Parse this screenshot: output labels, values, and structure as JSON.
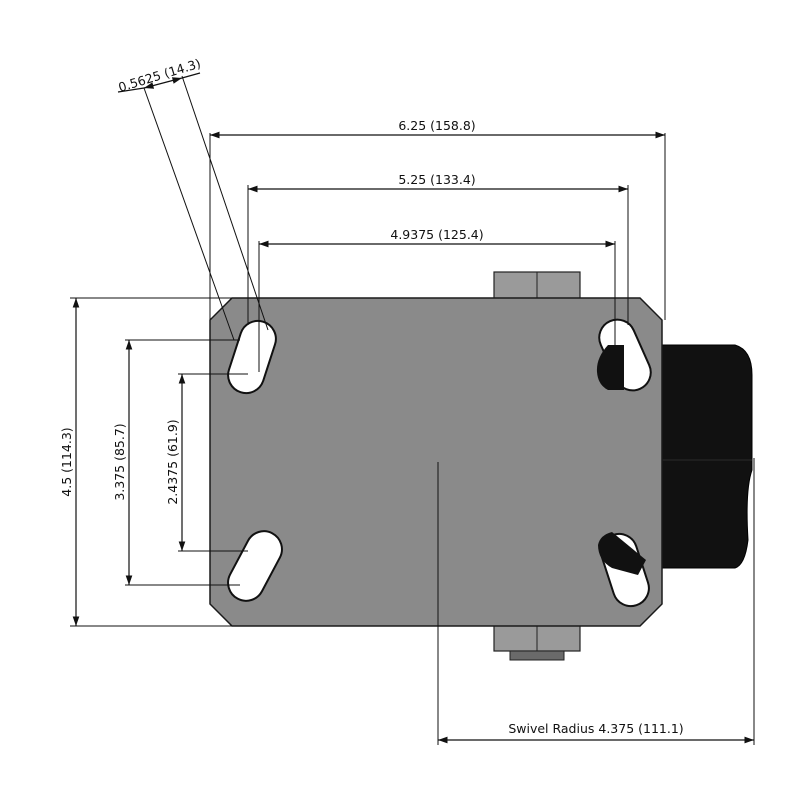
{
  "drawing": {
    "dimensions": {
      "slot_width": "0.5625 (14.3)",
      "overall_width": "6.25 (158.8)",
      "bolt_spacing_outer": "5.25 (133.4)",
      "bolt_spacing_inner": "4.9375 (125.4)",
      "overall_height": "4.5 (114.3)",
      "bolt_height_outer": "3.375 (85.7)",
      "bolt_height_inner": "2.4375 (61.9)",
      "swivel_radius": "Swivel Radius 4.375 (111.1)"
    },
    "colors": {
      "plate": "#8a8a8a",
      "wheel": "#111111",
      "nut": "#9a9a9a",
      "line": "#111111"
    }
  }
}
